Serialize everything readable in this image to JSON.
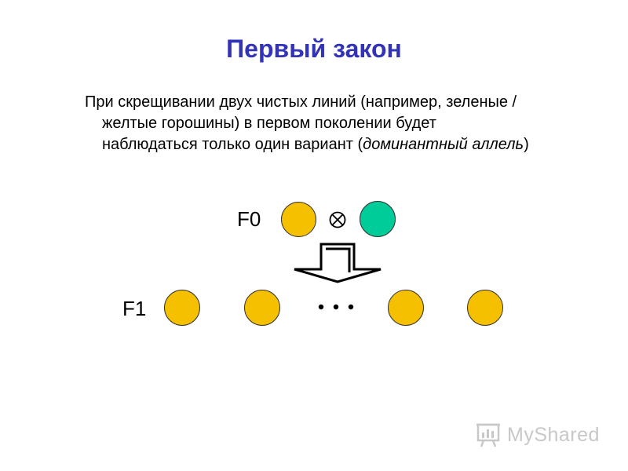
{
  "title": "Первый закон",
  "description": {
    "line1": "При скрещивании двух чистых линий (например, зеленые /",
    "line2": "желтые горошины) в первом поколении будет",
    "line3_pre": "наблюдаться только один вариант (",
    "line3_em": "доминантный аллель",
    "line3_post": ")"
  },
  "diagram": {
    "f0_label": "F0",
    "f1_label": "F1",
    "cross_symbol": "⊗",
    "ellipsis": "• • •",
    "colors": {
      "yellow": "#f5c000",
      "green": "#00cc99",
      "outline": "#333333"
    }
  },
  "watermark": {
    "text": "MyShared",
    "icon": "myshared-logo-icon"
  }
}
